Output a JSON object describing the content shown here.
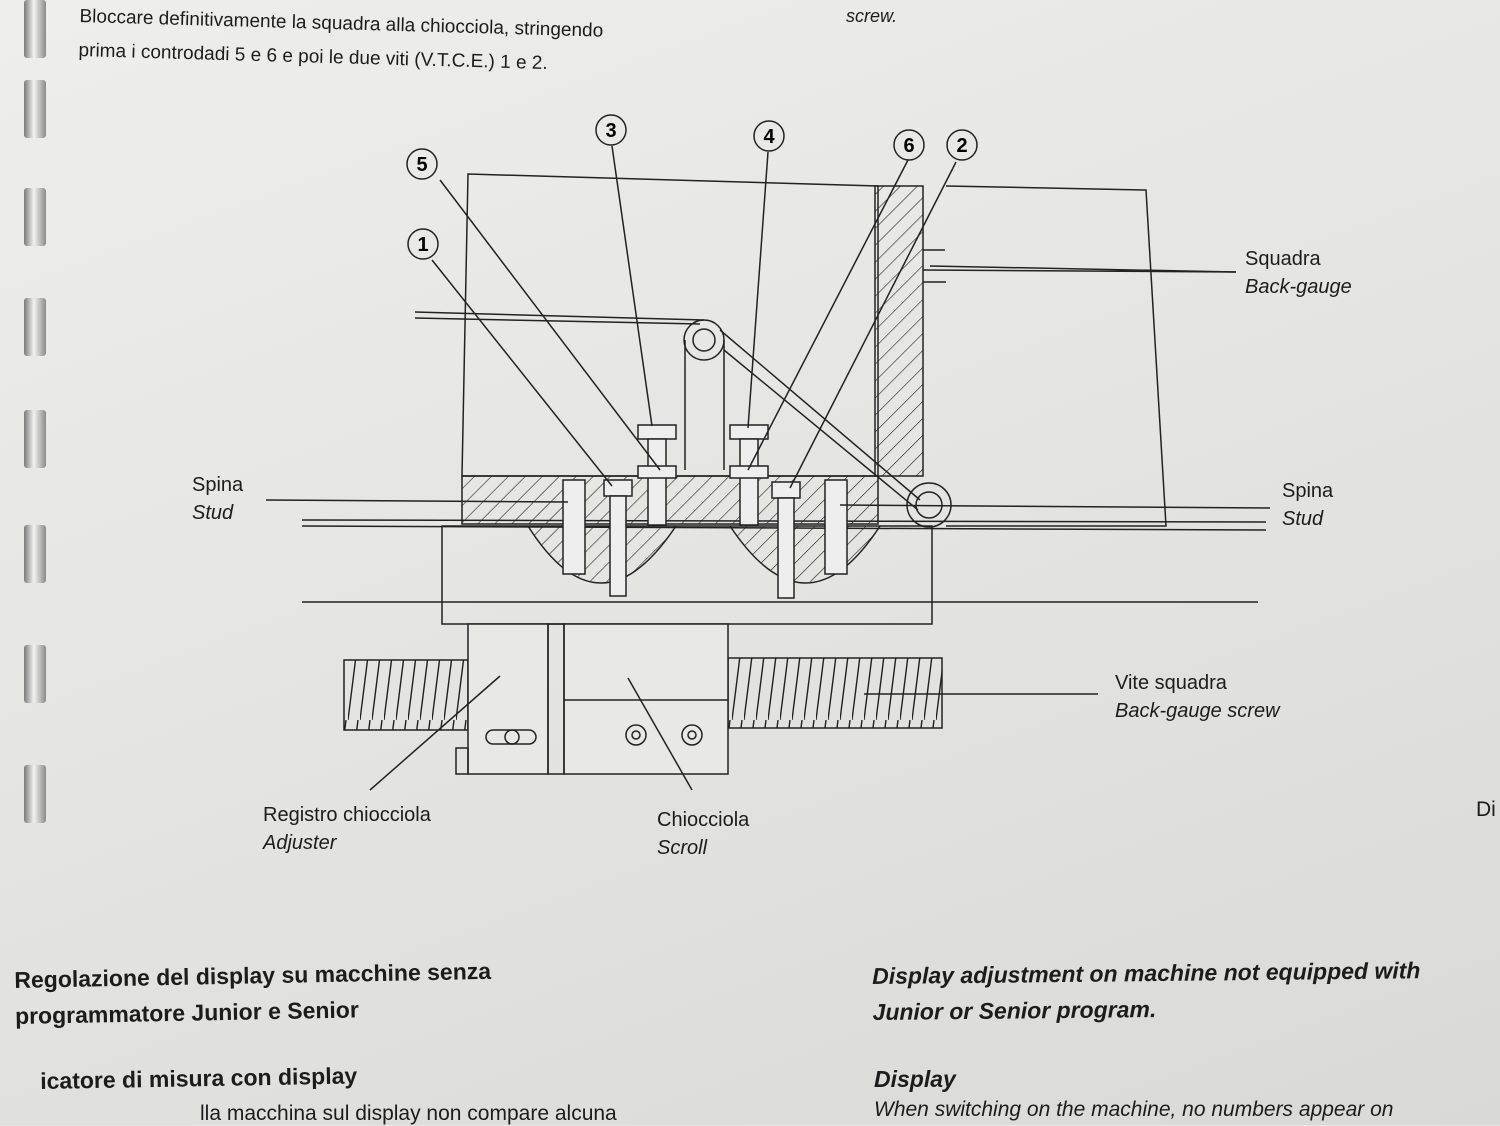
{
  "top": {
    "intro_line1": "Bloccare definitivamente la squadra alla chiocciola, stringendo",
    "intro_line2": "prima i controdadi 5 e 6 e poi le due viti (V.T.C.E.) 1 e 2.",
    "right_fragment": "screw."
  },
  "diagram": {
    "callouts": [
      "1",
      "2",
      "3",
      "4",
      "5",
      "6"
    ],
    "labels": {
      "squadra_it": "Squadra",
      "squadra_en": "Back-gauge",
      "spina_left_it": "Spina",
      "spina_left_en": "Stud",
      "spina_right_it": "Spina",
      "spina_right_en": "Stud",
      "vite_it": "Vite squadra",
      "vite_en": "Back-gauge screw",
      "registro_it": "Registro chiocciola",
      "registro_en": "Adjuster",
      "chiocciola_it": "Chiocciola",
      "chiocciola_en": "Scroll"
    }
  },
  "section": {
    "heading_it_line1": "Regolazione del display su macchine senza",
    "heading_it_line2": "programmatore Junior e Senior",
    "heading_en_line1": "Display adjustment on machine not equipped with",
    "heading_en_line2": "Junior or Senior program.",
    "sub_it": "icatore di misura con display",
    "body_it": "lla macchina sul display non compare alcuna",
    "sub_en": "Display",
    "body_en": "When switching on the machine, no numbers appear on",
    "edge_fragment": "Di"
  }
}
